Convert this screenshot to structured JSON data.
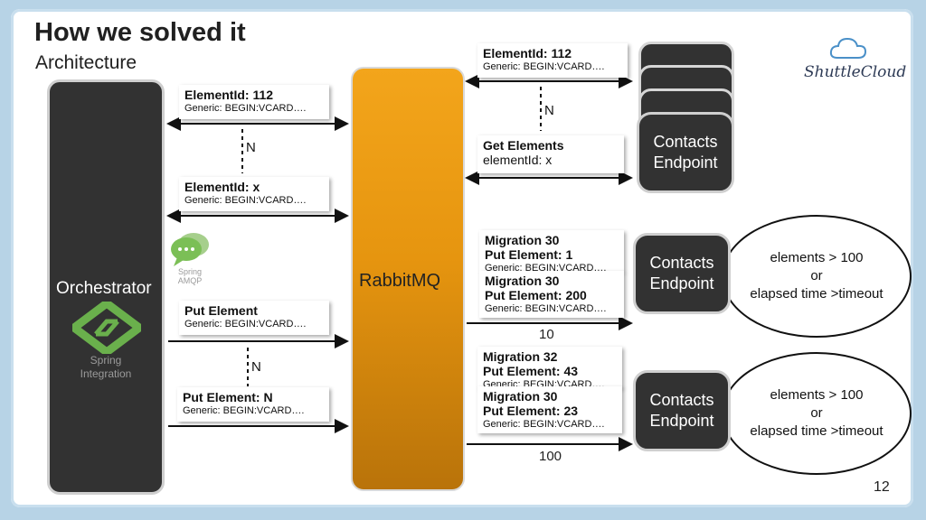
{
  "slide": {
    "title": "How we solved it",
    "subtitle": "Architecture",
    "logo": "ShuttleCloud",
    "page_number": "12"
  },
  "orchestrator": {
    "label": "Orchestrator",
    "spring_integration": "Spring\nIntegration",
    "spring_amqp": "Spring\nAMQP"
  },
  "broker": {
    "label": "RabbitMQ"
  },
  "left_messages": [
    {
      "title": "ElementId: 112",
      "body": "Generic: BEGIN:VCARD…."
    },
    {
      "title": "ElementId: x",
      "body": "Generic: BEGIN:VCARD…."
    },
    {
      "title": "Put Element",
      "body": "Generic: BEGIN:VCARD…."
    },
    {
      "title": "Put Element: N",
      "body": "Generic: BEGIN:VCARD…."
    }
  ],
  "right_messages": {
    "top_element": {
      "title": "ElementId: 112",
      "body": "Generic: BEGIN:VCARD…."
    },
    "get_elements": {
      "title": "Get Elements",
      "body": "elementId: x"
    },
    "group1": [
      {
        "line1": "Migration 30",
        "line2": "Put Element: 1",
        "body": "Generic: BEGIN:VCARD…."
      },
      {
        "line1": "Migration 30",
        "line2": "Put Element: 200",
        "body": "Generic: BEGIN:VCARD…."
      }
    ],
    "group2": [
      {
        "line1": "Migration 32",
        "line2": "Put Element: 43",
        "body": "Generic: BEGIN:VCARD…."
      },
      {
        "line1": "Migration 30",
        "line2": "Put Element: 23",
        "body": "Generic: BEGIN:VCARD…."
      }
    ]
  },
  "n_labels": [
    "N",
    "N",
    "N"
  ],
  "counts": [
    "10",
    "100"
  ],
  "endpoints": [
    {
      "label": "Contacts\nEndpoint"
    },
    {
      "label": "Contacts\nEndpoint"
    },
    {
      "label": "Contacts\nEndpoint"
    }
  ],
  "conditions": [
    {
      "line1": "elements > 100",
      "line2": "or",
      "line3": "elapsed time >timeout"
    },
    {
      "line1": "elements > 100",
      "line2": "or",
      "line3": "elapsed time >timeout"
    }
  ]
}
